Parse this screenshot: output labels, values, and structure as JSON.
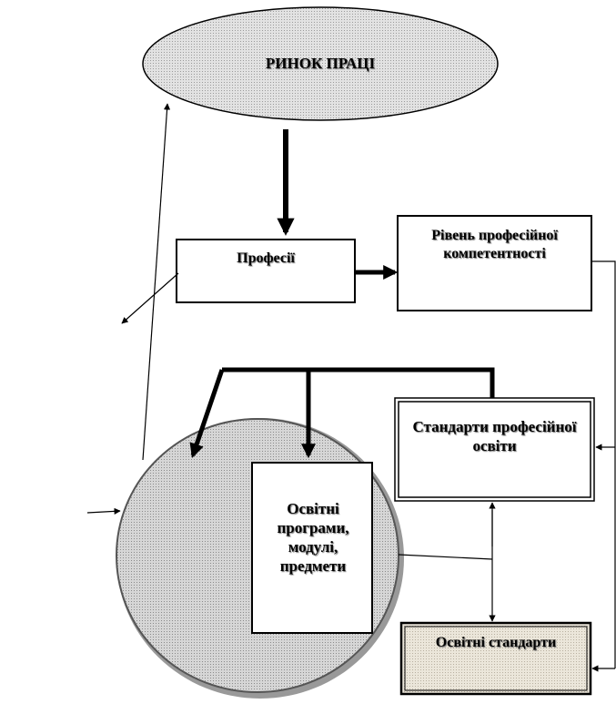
{
  "diagram": {
    "labour_market": "РИНОК  ПРАЦІ",
    "professions": "Професії",
    "competence_level": "Рівень професійної компетентності",
    "prof_edu_standards": "Стандарти професійної освіти",
    "edu_programs": "Освітні програми, модулі, предмети",
    "edu_standards": "Освітні  стандарти"
  },
  "colors": {
    "ellipse_fill": "#dcdcdc",
    "circle_fill": "#cfcfcf",
    "standards_fill": "#e8e2d6",
    "stroke": "#000000"
  }
}
